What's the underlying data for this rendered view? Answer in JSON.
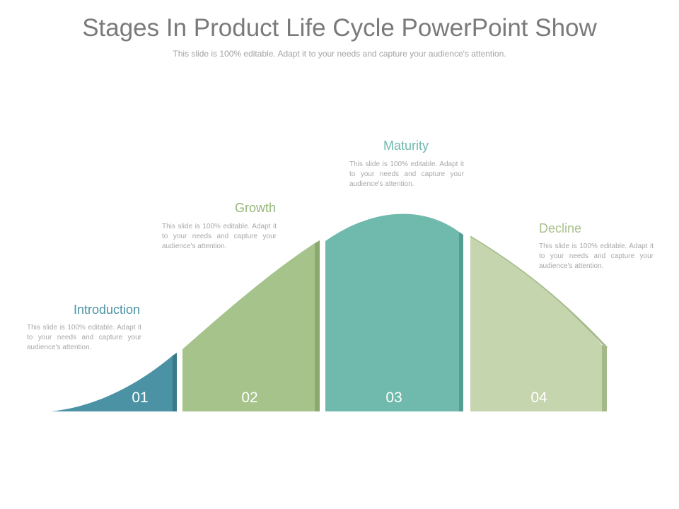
{
  "slide": {
    "title": "Stages In Product Life Cycle PowerPoint Show",
    "subtitle": "This slide is 100% editable. Adapt it to your needs and capture your audience's attention."
  },
  "colors": {
    "introduction": "#4b93a4",
    "growth": "#a5c38b",
    "maturity": "#6fb9ad",
    "decline": "#c5d5ae"
  },
  "stages": [
    {
      "number": "01",
      "heading": "Introduction",
      "description": "This slide is 100% editable. Adapt it to your needs and capture your audience's attention."
    },
    {
      "number": "02",
      "heading": "Growth",
      "description": "This slide is 100% editable. Adapt it to your needs and capture your audience's attention."
    },
    {
      "number": "03",
      "heading": "Maturity",
      "description": "This slide is 100% editable. Adapt it to your needs and capture your audience's attention."
    },
    {
      "number": "04",
      "heading": "Decline",
      "description": "This slide is 100% editable. Adapt it to your needs and capture your audience's attention."
    }
  ]
}
